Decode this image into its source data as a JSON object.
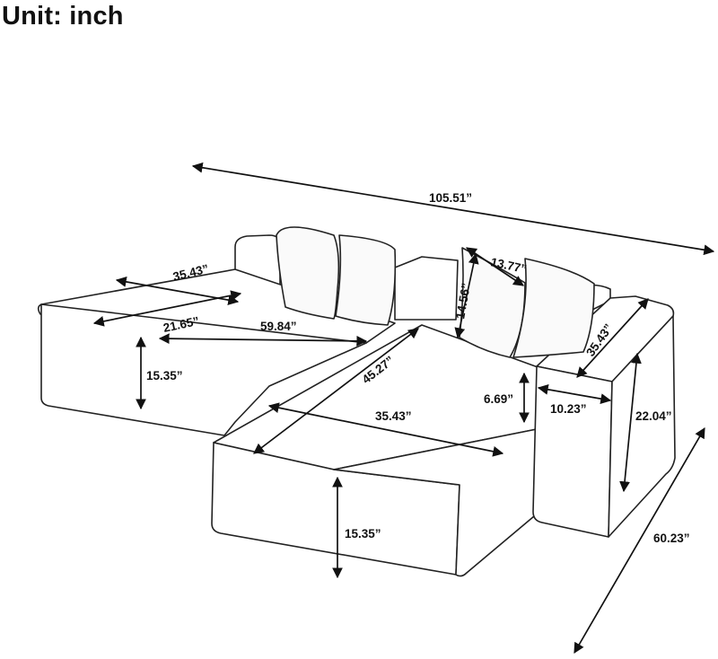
{
  "title": "Unit: inch",
  "dimensions": {
    "total_length": "105.51”",
    "total_depth": "60.23”",
    "left_seat_depth_top": "35.43”",
    "left_seat_cushion_depth": "21.65”",
    "left_seat_width": "59.84”",
    "left_seat_height": "15.35”",
    "pillow_width": "13.77”",
    "pillow_height": "14.56”",
    "chaise_length": "45.27”",
    "chaise_width": "35.43”",
    "chaise_height": "15.35”",
    "arm_depth": "35.43”",
    "arm_width": "10.23”",
    "arm_height": "22.04”",
    "arm_above_seat": "6.69”"
  }
}
